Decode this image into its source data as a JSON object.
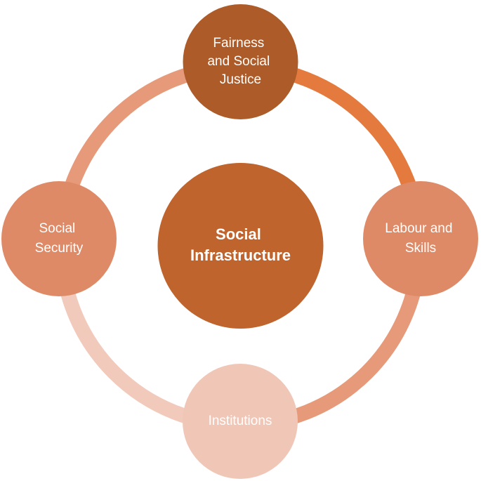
{
  "diagram": {
    "center": {
      "lines": [
        "Social",
        "Infrastructure"
      ],
      "color": "#c0642e"
    },
    "nodes": [
      {
        "id": "fairness",
        "lines": [
          "Fairness",
          "and Social",
          "Justice"
        ],
        "color": "#ad5b28"
      },
      {
        "id": "labour",
        "lines": [
          "Labour and",
          "Skills"
        ],
        "color": "#de8a67"
      },
      {
        "id": "institutions",
        "lines": [
          "Institutions"
        ],
        "color": "#f0c6b6"
      },
      {
        "id": "social-security",
        "lines": [
          "Social",
          "Security"
        ],
        "color": "#de8a67"
      }
    ],
    "arcs": [
      {
        "id": "fairness-to-labour",
        "color": "#e47a3d"
      },
      {
        "id": "labour-to-institutions",
        "color": "#e69a7a"
      },
      {
        "id": "institutions-to-security",
        "color": "#f2cabc"
      },
      {
        "id": "security-to-fairness",
        "color": "#e69a7a"
      }
    ],
    "background": "#ffffff"
  }
}
